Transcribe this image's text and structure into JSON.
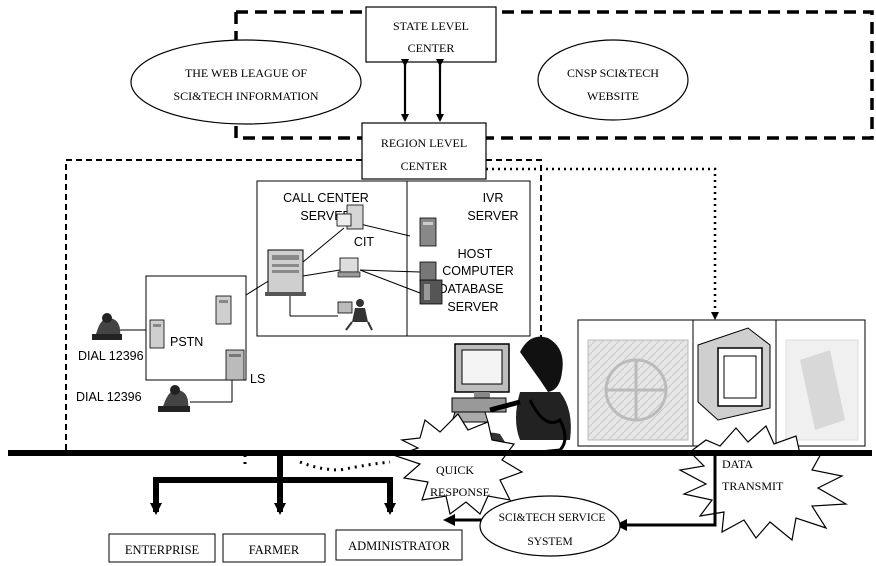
{
  "nodes": {
    "state_center": [
      "STATE LEVEL",
      "CENTER"
    ],
    "region_center": [
      "REGION LEVEL",
      "CENTER"
    ],
    "web_league": [
      "THE  WEB  LEAGUE  OF",
      "SCI&TECH INFORMATION"
    ],
    "cnsp_site": [
      "CNSP SCI&TECH",
      "WEBSITE"
    ],
    "call_center_server": [
      "CALL CENTER",
      "SERVER"
    ],
    "cit": "CIT",
    "ivr_server": [
      "IVR",
      "SERVER"
    ],
    "host_computer": [
      "HOST",
      "COMPUTER"
    ],
    "database_server": [
      "DATABASE",
      "SERVER"
    ],
    "pstn": "PSTN",
    "ls": "LS",
    "dial_1": "DIAL 12396",
    "dial_2": "DIAL 12396",
    "quick_response": [
      "QUICK",
      "RESPONSE"
    ],
    "data_transmit": [
      "DATA",
      "TRANSMIT"
    ],
    "service_system": [
      "SCI&TECH SERVICE",
      "SYSTEM"
    ],
    "enterprise": "ENTERPRISE",
    "farmer": "FARMER",
    "administrator": "ADMINISTRATOR"
  }
}
